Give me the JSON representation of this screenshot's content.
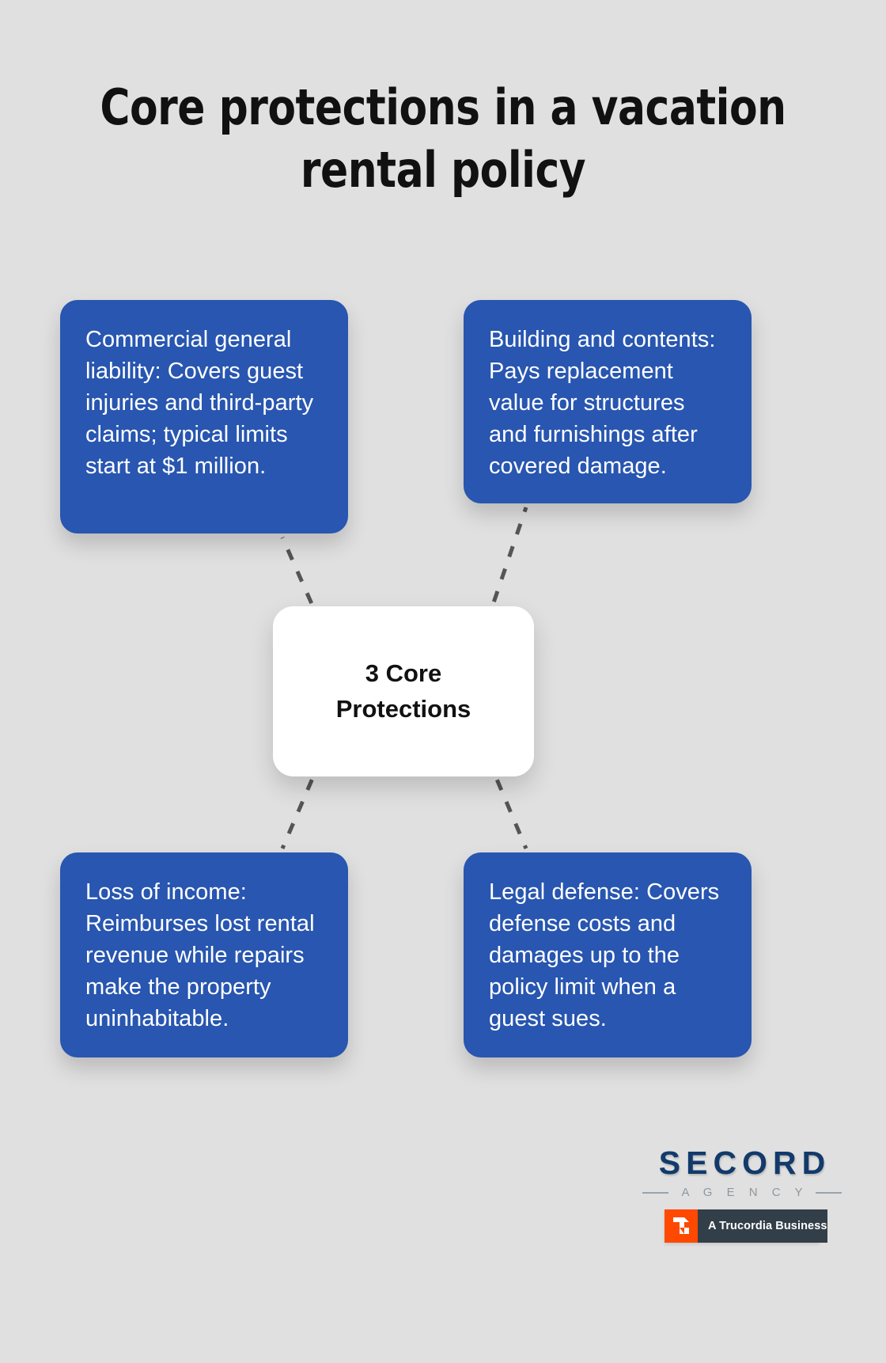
{
  "page": {
    "title": "Core protections in a vacation rental policy",
    "background_color": "#e0e0e0"
  },
  "colors": {
    "card_blue": "#2856b0",
    "hub_white": "#ffffff",
    "connector_gray": "#555555",
    "title_black": "#111111",
    "logo_navy": "#123a6b",
    "logo_agency_gray": "#8e979f",
    "trucordia_orange": "#ff4800",
    "trucordia_slate": "#333f48"
  },
  "hub": {
    "label": "3 Core Protections"
  },
  "cards": [
    {
      "id": "commercial-general-liability",
      "text": "Commercial general liability: Covers guest injuries and third-party claims; typical limits start at $1 million.",
      "position": "top-left"
    },
    {
      "id": "building-and-contents",
      "text": "Building and contents: Pays replacement value for structures and furnishings after covered damage.",
      "position": "top-right"
    },
    {
      "id": "loss-of-income",
      "text": "Loss of income: Reimburses lost rental revenue while repairs make the property uninhabitable.",
      "position": "bottom-left"
    },
    {
      "id": "legal-defense",
      "text": "Legal defense: Covers defense costs and damages up to the policy limit when a guest sues.",
      "position": "bottom-right"
    }
  ],
  "logo": {
    "wordmark": "SECORD",
    "subtitle": "A G E N C Y",
    "badge_label": "A Trucordia Business",
    "badge_mark": "trucordia-t-icon"
  },
  "chart_data": {
    "type": "diagram",
    "title": "Core protections in a vacation rental policy",
    "center_node": "3 Core Protections",
    "nodes": [
      "Commercial general liability: Covers guest injuries and third-party claims; typical limits start at $1 million.",
      "Building and contents: Pays replacement value for structures and furnishings after covered damage.",
      "Loss of income: Reimburses lost rental revenue while repairs make the property uninhabitable.",
      "Legal defense: Covers defense costs and damages up to the policy limit when a guest sues."
    ],
    "edges": [
      {
        "from": "3 Core Protections",
        "to": "Commercial general liability",
        "style": "dashed"
      },
      {
        "from": "3 Core Protections",
        "to": "Building and contents",
        "style": "dashed"
      },
      {
        "from": "3 Core Protections",
        "to": "Loss of income",
        "style": "dashed"
      },
      {
        "from": "3 Core Protections",
        "to": "Legal defense",
        "style": "dashed"
      }
    ],
    "legend": []
  }
}
